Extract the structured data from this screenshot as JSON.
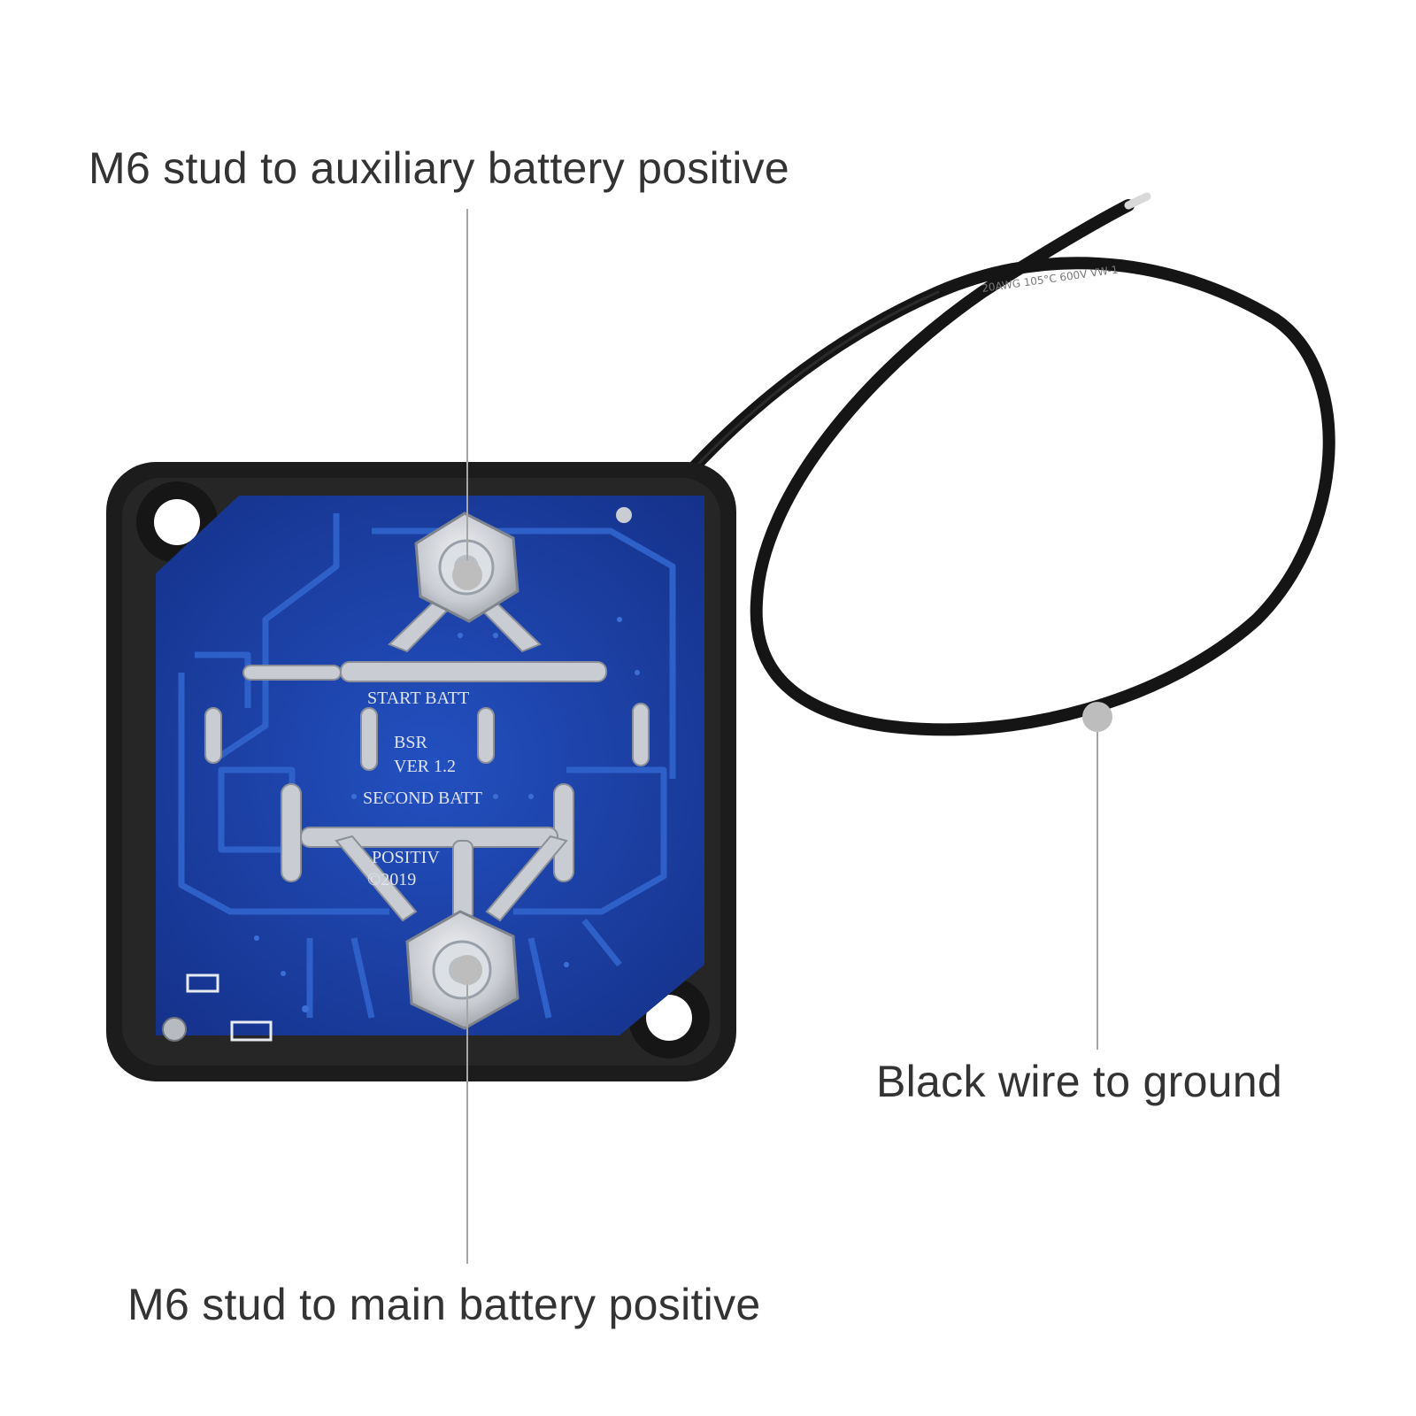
{
  "callouts": {
    "aux_positive": "M6 stud to auxiliary battery positive",
    "main_positive": "M6 stud to main battery positive",
    "ground_wire": "Black wire to ground"
  },
  "pcb_print": {
    "start": "START BATT",
    "model": "BSR",
    "version": "VER 1.2",
    "second": "SECOND BATT",
    "positive": "POSITIV",
    "year": "©2019"
  },
  "wire_print": "20AWG 105°C 600V VW-1",
  "colors": {
    "background": "#ffffff",
    "housing": "#1c1c1c",
    "pcb": "#1a3fa6",
    "trace": "#2f60c8",
    "solder": "#c9ccd2",
    "wire": "#151515",
    "callout_text": "#333333",
    "leader_line": "#a6a6a6",
    "marker_dot": "#bdbdbd"
  }
}
